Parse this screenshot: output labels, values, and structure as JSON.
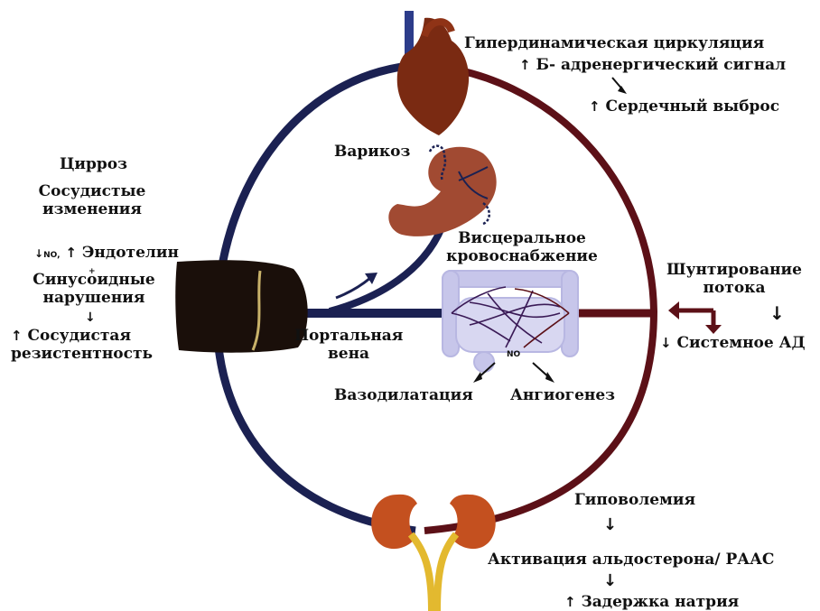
{
  "colors": {
    "venous": "#1b2152",
    "arterial": "#5c1017",
    "heart": "#7a2a12",
    "liver": "#1a0f0a",
    "kidney": "#c4501f",
    "ureter": "#e3b92f",
    "stomach": "#a14a32",
    "intestine": "#c7c6ea"
  },
  "heart": {
    "title": "Гипердинамическая циркуляция",
    "line1_arrow": "↑",
    "line1": "Б- адренергический сигнал",
    "line2_arrow": "↑",
    "line2": "Сердечный выброс"
  },
  "varix": {
    "label": "Варикоз"
  },
  "cirrhosis": {
    "title": "Цирроз",
    "vascular": [
      "Сосудистые",
      "изменения"
    ],
    "no_arrow": "↓",
    "no": "NO",
    "endo_arrow": "↑",
    "endothelin": "Эндотелин",
    "plus": "+",
    "sinusoid": [
      "Синусоидные",
      "нарушения"
    ],
    "down": "↓",
    "resist_arrow": "↑",
    "resistance": [
      "Сосудистая",
      "резистентность"
    ]
  },
  "portal": {
    "label": [
      "Портальная",
      "вена"
    ]
  },
  "visceral": {
    "label": [
      "Висцеральное",
      "кровоснабжение"
    ],
    "no": "NO"
  },
  "effects": {
    "vasodilation": "Вазодилатация",
    "angiogenesis": "Ангиогенез"
  },
  "shunt": {
    "label": [
      "Шунтирование",
      "потока"
    ],
    "down": "↓",
    "bp_arrow": "↓",
    "bp": "Системное АД"
  },
  "kidney": {
    "hypovolemia": "Гиповолемия",
    "down1": "↓",
    "aldosterone": "Активация альдостерона/ РААС",
    "down2": "↓",
    "sodium_arrow": "↑",
    "sodium": "Задержка натрия"
  }
}
